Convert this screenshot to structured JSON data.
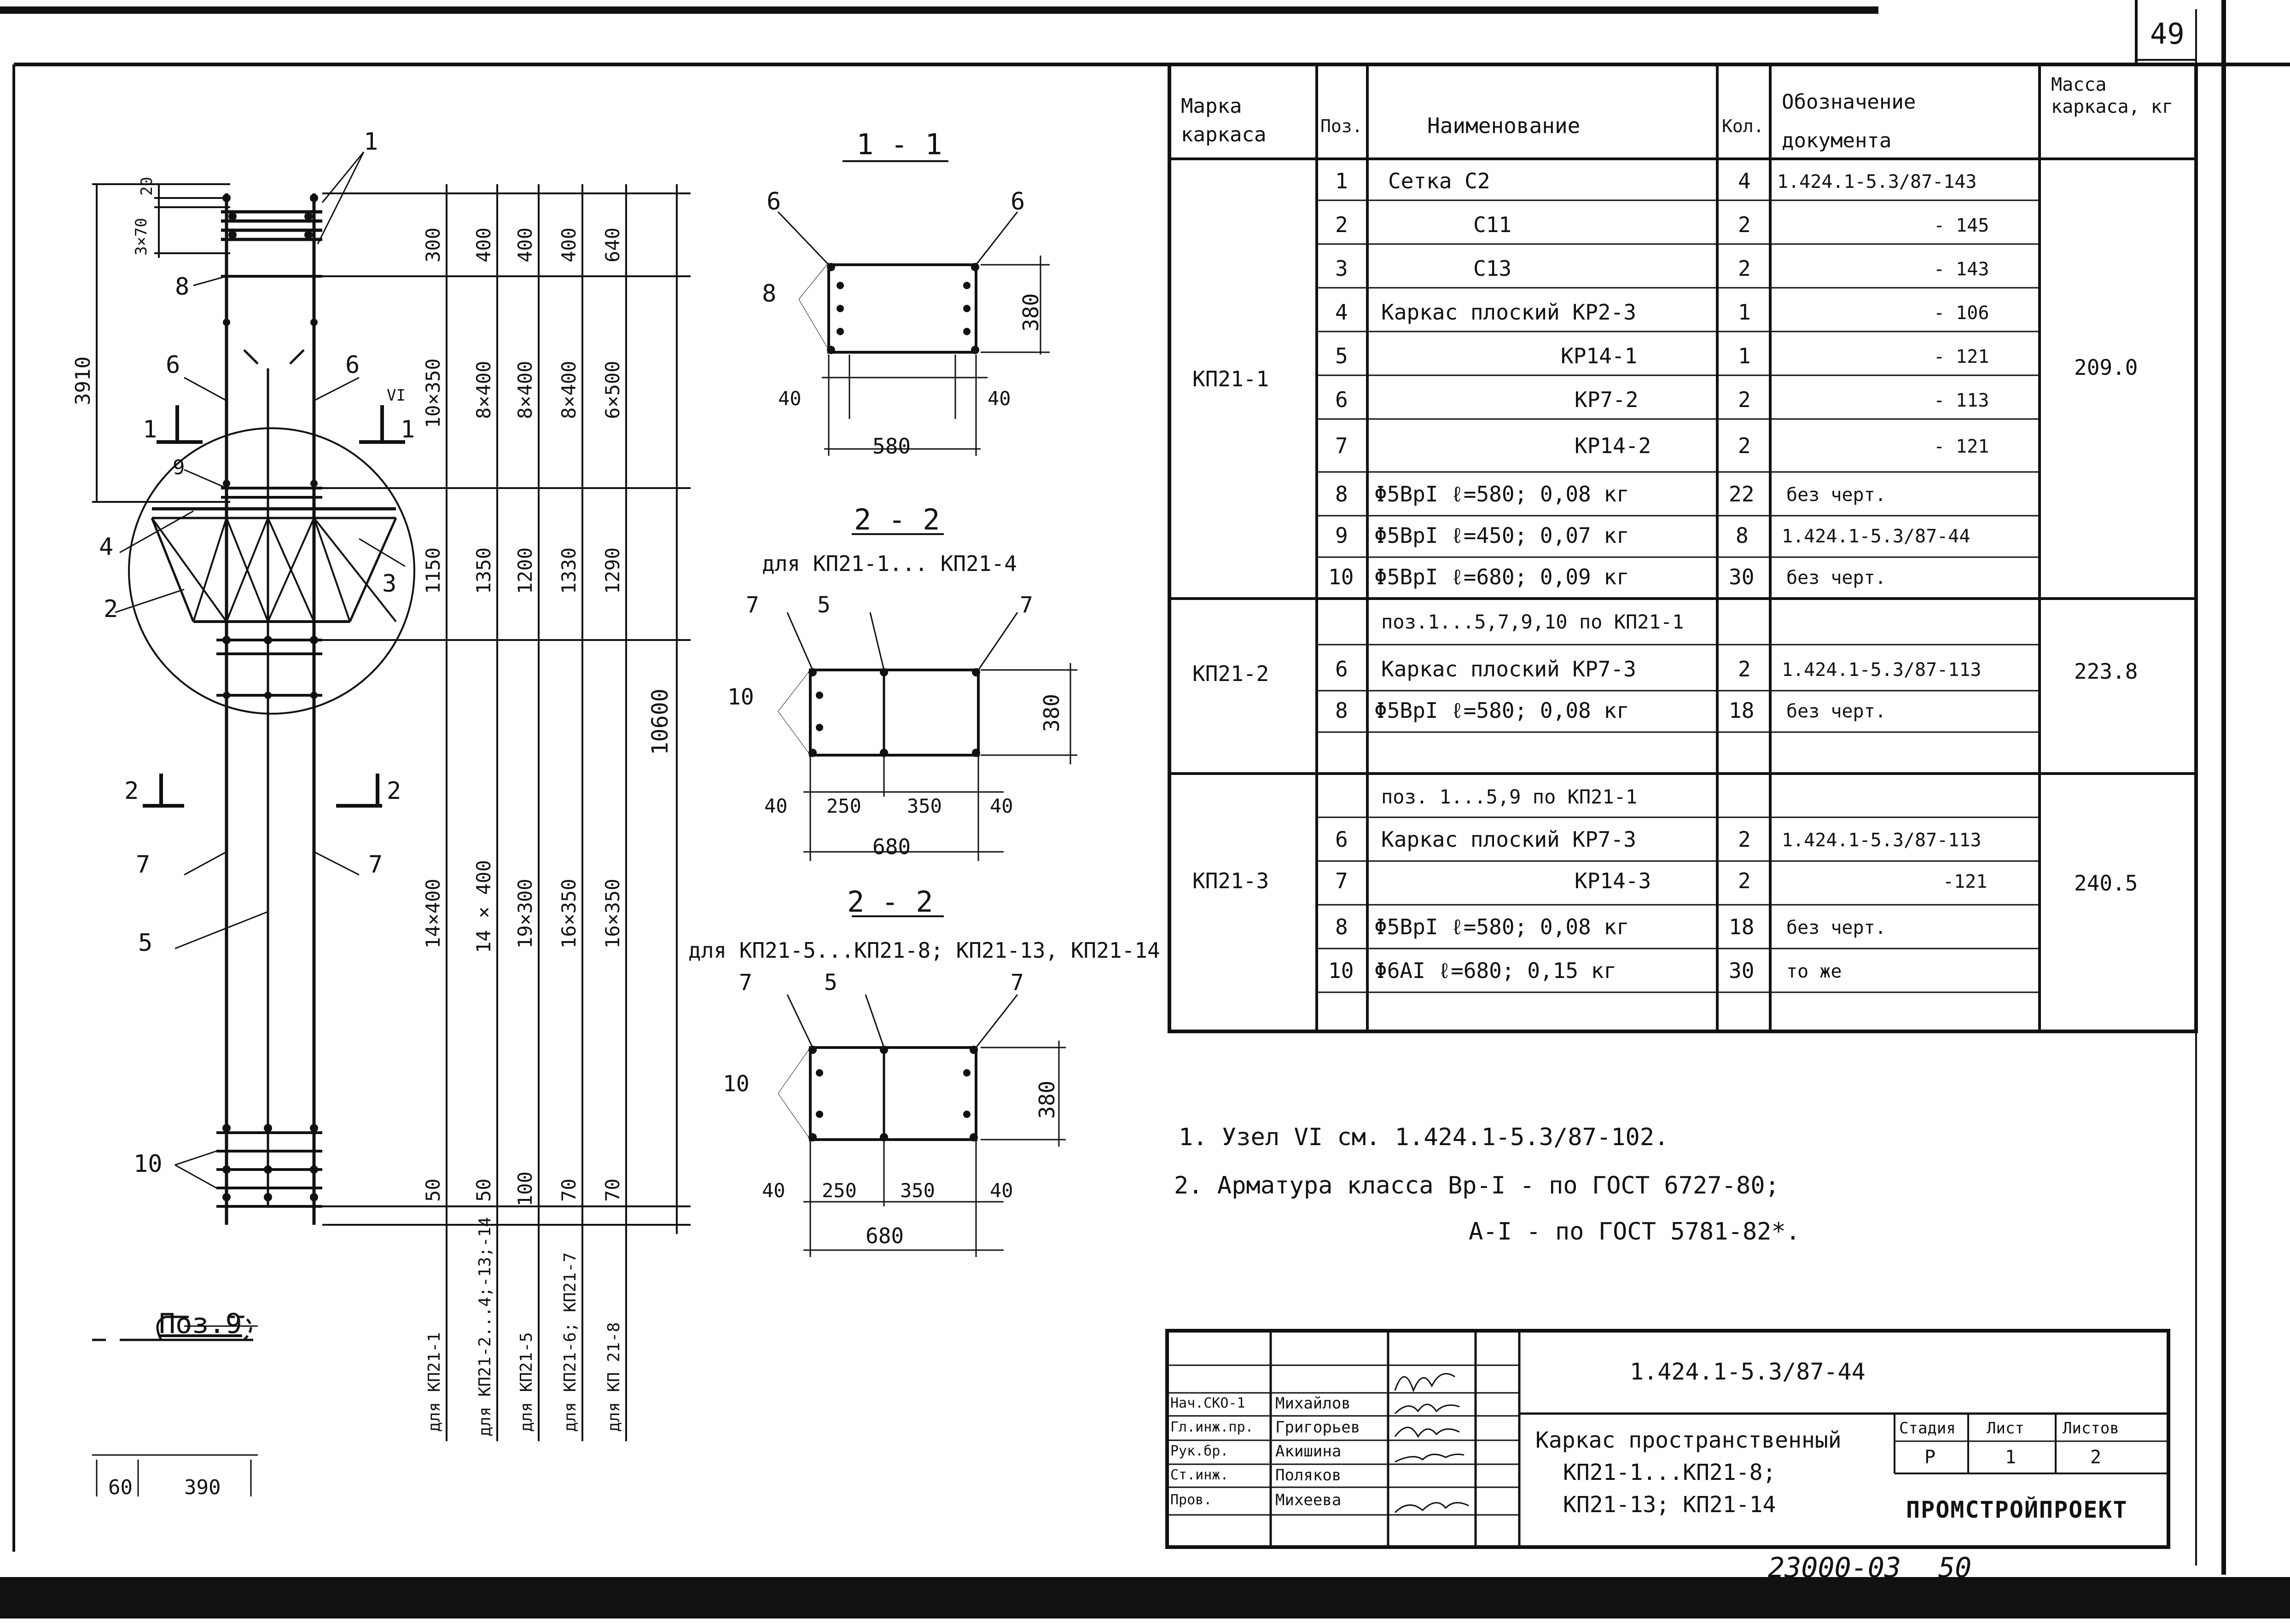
{
  "sheet": {
    "number": "49",
    "bottom_code": "23000-03",
    "bottom_page": "50"
  },
  "drawing": {
    "callouts": [
      "1",
      "8",
      "6",
      "6",
      "9",
      "4",
      "2",
      "3",
      "7",
      "7",
      "5",
      "10"
    ],
    "section_markers": {
      "s1_left": "1",
      "s1_right": "1",
      "s2_left": "2",
      "s2_right": "2",
      "node": "VI"
    },
    "left_dims": {
      "top_small": "20",
      "top_steps": "3×70",
      "overall": "3910"
    },
    "columns": [
      {
        "label": "для КП21-1",
        "vals": [
          "300",
          "10×350",
          "1150",
          "14×400",
          "50"
        ]
      },
      {
        "label": "для КП21-2...4;-13;-14",
        "vals": [
          "400",
          "8×400",
          "1350",
          "14 × 400",
          "50"
        ]
      },
      {
        "label": "для КП21-5",
        "vals": [
          "400",
          "8×400",
          "1200",
          "19×300",
          "100"
        ]
      },
      {
        "label": "для КП21-6; КП21-7",
        "vals": [
          "400",
          "8×400",
          "1330",
          "16×350",
          "70"
        ]
      },
      {
        "label": "для КП 21-8",
        "vals": [
          "640",
          "6×500",
          "1290",
          "16×350",
          "70"
        ]
      }
    ],
    "overall_height": "10600",
    "pos9": {
      "title": "Поз.9",
      "d1": "60",
      "d2": "390"
    }
  },
  "sections": [
    {
      "title": "1 - 1",
      "subtitle": "",
      "labels": [
        "6",
        "6",
        "8"
      ],
      "dims": [
        "40",
        "40",
        "580",
        "380"
      ]
    },
    {
      "title": "2 - 2",
      "subtitle": "для КП21-1... КП21-4",
      "labels": [
        "7",
        "5",
        "7",
        "10"
      ],
      "dims": [
        "40",
        "250",
        "350",
        "40",
        "680",
        "380"
      ]
    },
    {
      "title": "2 - 2",
      "subtitle": "для КП21-5...КП21-8; КП21-13, КП21-14",
      "labels": [
        "7",
        "5",
        "7",
        "10"
      ],
      "dims": [
        "40",
        "250",
        "350",
        "40",
        "680",
        "380"
      ]
    }
  ],
  "spec": {
    "headers": [
      "Марка каркаса",
      "Поз.",
      "Наименование",
      "Кол.",
      "Обозначение документа",
      "Масса каркаса, кг"
    ],
    "groups": [
      {
        "mark": "КП21-1",
        "mass": "209.0",
        "rows": [
          {
            "pos": "1",
            "name": "Сетка С2",
            "qty": "4",
            "doc": "1.424.1-5.3/87-143"
          },
          {
            "pos": "2",
            "name": "С11",
            "qty": "2",
            "doc": "- 145"
          },
          {
            "pos": "3",
            "name": "С13",
            "qty": "2",
            "doc": "- 143"
          },
          {
            "pos": "4",
            "name": "Каркас плоский КР2-3",
            "qty": "1",
            "doc": "- 106"
          },
          {
            "pos": "5",
            "name": "КР14-1",
            "qty": "1",
            "doc": "- 121"
          },
          {
            "pos": "6",
            "name": "КР7-2",
            "qty": "2",
            "doc": "- 113"
          },
          {
            "pos": "7",
            "name": "КР14-2",
            "qty": "2",
            "doc": "- 121"
          },
          {
            "pos": "8",
            "name": "Φ5ВрI ℓ=580; 0,08 кг",
            "qty": "22",
            "doc": "без черт."
          },
          {
            "pos": "9",
            "name": "Φ5ВрI ℓ=450; 0,07 кг",
            "qty": "8",
            "doc": "1.424.1-5.3/87-44"
          },
          {
            "pos": "10",
            "name": "Φ5ВрI ℓ=680; 0,09 кг",
            "qty": "30",
            "doc": "без черт."
          }
        ]
      },
      {
        "mark": "КП21-2",
        "mass": "223.8",
        "rows": [
          {
            "pos": "",
            "name": "поз.1...5,7,9,10 по КП21-1",
            "qty": "",
            "doc": ""
          },
          {
            "pos": "6",
            "name": "Каркас плоский КР7-3",
            "qty": "2",
            "doc": "1.424.1-5.3/87-113"
          },
          {
            "pos": "8",
            "name": "Φ5ВрI ℓ=580; 0,08 кг",
            "qty": "18",
            "doc": "без черт."
          },
          {
            "pos": "",
            "name": "",
            "qty": "",
            "doc": ""
          }
        ]
      },
      {
        "mark": "КП21-3",
        "mass": "240.5",
        "rows": [
          {
            "pos": "",
            "name": "поз. 1...5,9 по КП21-1",
            "qty": "",
            "doc": ""
          },
          {
            "pos": "6",
            "name": "Каркас плоский КР7-3",
            "qty": "2",
            "doc": "1.424.1-5.3/87-113"
          },
          {
            "pos": "7",
            "name": "КР14-3",
            "qty": "2",
            "doc": "-121"
          },
          {
            "pos": "8",
            "name": "Φ5ВрI ℓ=580; 0,08 кг",
            "qty": "18",
            "doc": "без черт."
          },
          {
            "pos": "10",
            "name": "Φ6АI ℓ=680; 0,15 кг",
            "qty": "30",
            "doc": "то же"
          },
          {
            "pos": "",
            "name": "",
            "qty": "",
            "doc": ""
          }
        ]
      }
    ]
  },
  "notes": [
    "1. Узел VI см. 1.424.1-5.3/87-102.",
    "2. Арматура класса Вр-I - по ГОСТ 6727-80;",
    "А-I - по ГОСТ 5781-82*."
  ],
  "stamp": {
    "code": "1.424.1-5.3/87-44",
    "people": [
      {
        "role": "Нач.СКО-1",
        "name": "Михайлов"
      },
      {
        "role": "Гл.инж.пр.",
        "name": "Григорьев"
      },
      {
        "role": "Рук.бр.",
        "name": "Акишина"
      },
      {
        "role": "Ст.инж.",
        "name": "Поляков"
      },
      {
        "role": "Пров.",
        "name": "Михеева"
      }
    ],
    "title_lines": [
      "Каркас пространственный",
      "КП21-1...КП21-8;",
      "КП21-13; КП21-14"
    ],
    "stage_headers": [
      "Стадия",
      "Лист",
      "Листов"
    ],
    "stage_values": [
      "Р",
      "1",
      "2"
    ],
    "org": "ПРОМСТРОЙПРОЕКТ"
  }
}
